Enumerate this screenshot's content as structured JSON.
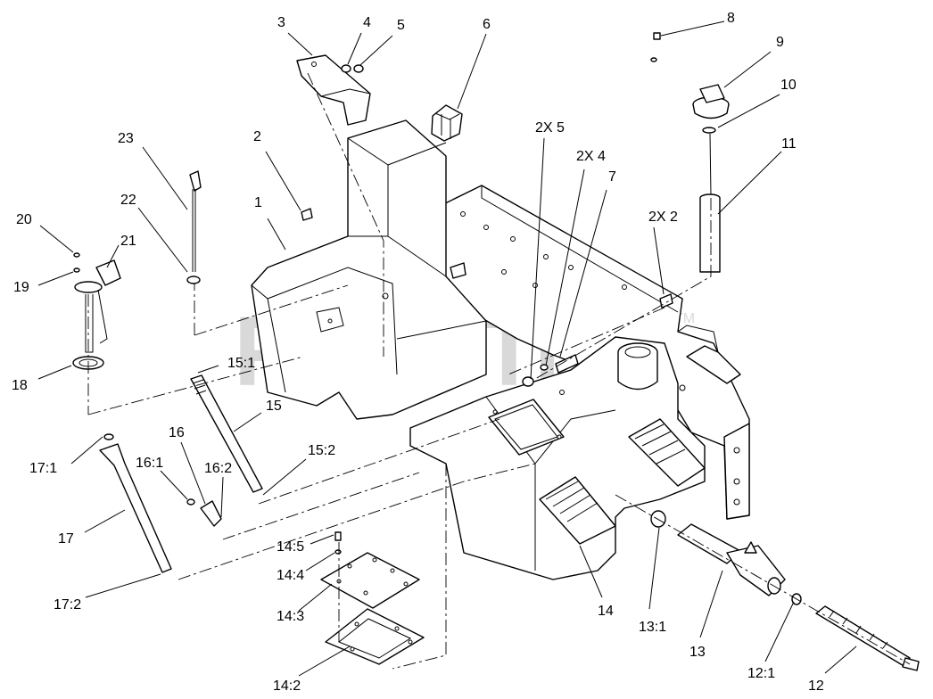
{
  "watermark": {
    "text": "PartsTree",
    "tm": "TM",
    "color": "#d9d9d9"
  },
  "callouts": [
    {
      "id": "c1",
      "text": "1"
    },
    {
      "id": "c2",
      "text": "2"
    },
    {
      "id": "c3",
      "text": "3"
    },
    {
      "id": "c4",
      "text": "4"
    },
    {
      "id": "c5",
      "text": "5"
    },
    {
      "id": "c6",
      "text": "6"
    },
    {
      "id": "c7",
      "text": "7"
    },
    {
      "id": "c8",
      "text": "8"
    },
    {
      "id": "c9",
      "text": "9"
    },
    {
      "id": "c10",
      "text": "10"
    },
    {
      "id": "c11",
      "text": "11"
    },
    {
      "id": "c12",
      "text": "12"
    },
    {
      "id": "c12_1",
      "text": "12:1"
    },
    {
      "id": "c13",
      "text": "13"
    },
    {
      "id": "c13_1",
      "text": "13:1"
    },
    {
      "id": "c14",
      "text": "14"
    },
    {
      "id": "c14_2",
      "text": "14:2"
    },
    {
      "id": "c14_3",
      "text": "14:3"
    },
    {
      "id": "c14_4",
      "text": "14:4"
    },
    {
      "id": "c14_5",
      "text": "14:5"
    },
    {
      "id": "c15",
      "text": "15"
    },
    {
      "id": "c15_1",
      "text": "15:1"
    },
    {
      "id": "c15_2",
      "text": "15:2"
    },
    {
      "id": "c16",
      "text": "16"
    },
    {
      "id": "c16_1",
      "text": "16:1"
    },
    {
      "id": "c16_2",
      "text": "16:2"
    },
    {
      "id": "c17",
      "text": "17"
    },
    {
      "id": "c17_1",
      "text": "17:1"
    },
    {
      "id": "c17_2",
      "text": "17:2"
    },
    {
      "id": "c18",
      "text": "18"
    },
    {
      "id": "c19",
      "text": "19"
    },
    {
      "id": "c20",
      "text": "20"
    },
    {
      "id": "c21",
      "text": "21"
    },
    {
      "id": "c22",
      "text": "22"
    },
    {
      "id": "c23",
      "text": "23"
    },
    {
      "id": "c2x5",
      "text": "2X 5"
    },
    {
      "id": "c2x4",
      "text": "2X 4"
    },
    {
      "id": "c2x2",
      "text": "2X 2"
    }
  ]
}
